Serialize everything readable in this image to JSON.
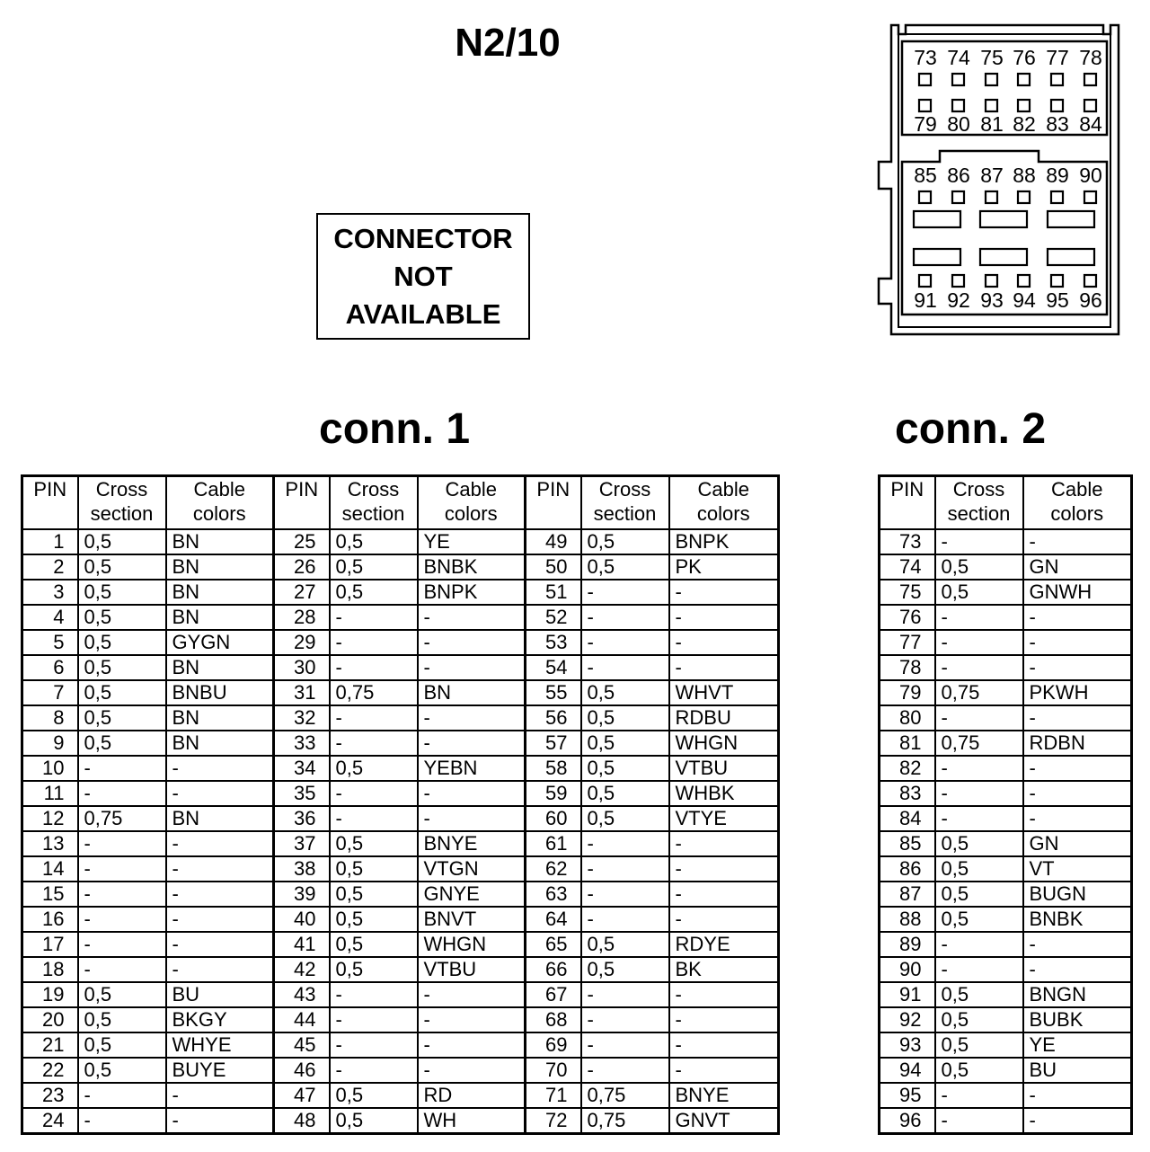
{
  "title": "N2/10",
  "notice": [
    "CONNECTOR",
    "NOT",
    "AVAILABLE"
  ],
  "conn1_title": "conn. 1",
  "conn2_title": "conn. 2",
  "headers": {
    "pin": "PIN",
    "cross": "Cross section",
    "colors": "Cable colors"
  },
  "connector_diagram": {
    "top_pins": [
      "73",
      "74",
      "75",
      "76",
      "77",
      "78"
    ],
    "mid_pins": [
      "79",
      "80",
      "81",
      "82",
      "83",
      "84"
    ],
    "lower_top_pins": [
      "85",
      "86",
      "87",
      "88",
      "89",
      "90"
    ],
    "bottom_pins": [
      "91",
      "92",
      "93",
      "94",
      "95",
      "96"
    ]
  },
  "conn1": [
    [
      [
        "1",
        "0,5",
        "BN"
      ],
      [
        "25",
        "0,5",
        "YE"
      ],
      [
        "49",
        "0,5",
        "BNPK"
      ]
    ],
    [
      [
        "2",
        "0,5",
        "BN"
      ],
      [
        "26",
        "0,5",
        "BNBK"
      ],
      [
        "50",
        "0,5",
        "PK"
      ]
    ],
    [
      [
        "3",
        "0,5",
        "BN"
      ],
      [
        "27",
        "0,5",
        "BNPK"
      ],
      [
        "51",
        "-",
        "-"
      ]
    ],
    [
      [
        "4",
        "0,5",
        "BN"
      ],
      [
        "28",
        "-",
        "-"
      ],
      [
        "52",
        "-",
        "-"
      ]
    ],
    [
      [
        "5",
        "0,5",
        "GYGN"
      ],
      [
        "29",
        "-",
        "-"
      ],
      [
        "53",
        "-",
        "-"
      ]
    ],
    [
      [
        "6",
        "0,5",
        "BN"
      ],
      [
        "30",
        "-",
        "-"
      ],
      [
        "54",
        "-",
        "-"
      ]
    ],
    [
      [
        "7",
        "0,5",
        "BNBU"
      ],
      [
        "31",
        "0,75",
        "BN"
      ],
      [
        "55",
        "0,5",
        "WHVT"
      ]
    ],
    [
      [
        "8",
        "0,5",
        "BN"
      ],
      [
        "32",
        "-",
        "-"
      ],
      [
        "56",
        "0,5",
        "RDBU"
      ]
    ],
    [
      [
        "9",
        "0,5",
        "BN"
      ],
      [
        "33",
        "-",
        "-"
      ],
      [
        "57",
        "0,5",
        "WHGN"
      ]
    ],
    [
      [
        "10",
        "-",
        "-"
      ],
      [
        "34",
        "0,5",
        "YEBN"
      ],
      [
        "58",
        "0,5",
        "VTBU"
      ]
    ],
    [
      [
        "11",
        "-",
        "-"
      ],
      [
        "35",
        "-",
        "-"
      ],
      [
        "59",
        "0,5",
        "WHBK"
      ]
    ],
    [
      [
        "12",
        "0,75",
        "BN"
      ],
      [
        "36",
        "-",
        "-"
      ],
      [
        "60",
        "0,5",
        "VTYE"
      ]
    ],
    [
      [
        "13",
        "-",
        "-"
      ],
      [
        "37",
        "0,5",
        "BNYE"
      ],
      [
        "61",
        "-",
        "-"
      ]
    ],
    [
      [
        "14",
        "-",
        "-"
      ],
      [
        "38",
        "0,5",
        "VTGN"
      ],
      [
        "62",
        "-",
        "-"
      ]
    ],
    [
      [
        "15",
        "-",
        "-"
      ],
      [
        "39",
        "0,5",
        "GNYE"
      ],
      [
        "63",
        "-",
        "-"
      ]
    ],
    [
      [
        "16",
        "-",
        "-"
      ],
      [
        "40",
        "0,5",
        "BNVT"
      ],
      [
        "64",
        "-",
        "-"
      ]
    ],
    [
      [
        "17",
        "-",
        "-"
      ],
      [
        "41",
        "0,5",
        "WHGN"
      ],
      [
        "65",
        "0,5",
        "RDYE"
      ]
    ],
    [
      [
        "18",
        "-",
        "-"
      ],
      [
        "42",
        "0,5",
        "VTBU"
      ],
      [
        "66",
        "0,5",
        "BK"
      ]
    ],
    [
      [
        "19",
        "0,5",
        "BU"
      ],
      [
        "43",
        "-",
        "-"
      ],
      [
        "67",
        "-",
        "-"
      ]
    ],
    [
      [
        "20",
        "0,5",
        "BKGY"
      ],
      [
        "44",
        "-",
        "-"
      ],
      [
        "68",
        "-",
        "-"
      ]
    ],
    [
      [
        "21",
        "0,5",
        "WHYE"
      ],
      [
        "45",
        "-",
        "-"
      ],
      [
        "69",
        "-",
        "-"
      ]
    ],
    [
      [
        "22",
        "0,5",
        "BUYE"
      ],
      [
        "46",
        "-",
        "-"
      ],
      [
        "70",
        "-",
        "-"
      ]
    ],
    [
      [
        "23",
        "-",
        "-"
      ],
      [
        "47",
        "0,5",
        "RD"
      ],
      [
        "71",
        "0,75",
        "BNYE"
      ]
    ],
    [
      [
        "24",
        "-",
        "-"
      ],
      [
        "48",
        "0,5",
        "WH"
      ],
      [
        "72",
        "0,75",
        "GNVT"
      ]
    ]
  ],
  "conn2": [
    [
      "73",
      "-",
      "-"
    ],
    [
      "74",
      "0,5",
      "GN"
    ],
    [
      "75",
      "0,5",
      "GNWH"
    ],
    [
      "76",
      "-",
      "-"
    ],
    [
      "77",
      "-",
      "-"
    ],
    [
      "78",
      "-",
      "-"
    ],
    [
      "79",
      "0,75",
      "PKWH"
    ],
    [
      "80",
      "-",
      "-"
    ],
    [
      "81",
      "0,75",
      "RDBN"
    ],
    [
      "82",
      "-",
      "-"
    ],
    [
      "83",
      "-",
      "-"
    ],
    [
      "84",
      "-",
      "-"
    ],
    [
      "85",
      "0,5",
      "GN"
    ],
    [
      "86",
      "0,5",
      "VT"
    ],
    [
      "87",
      "0,5",
      "BUGN"
    ],
    [
      "88",
      "0,5",
      "BNBK"
    ],
    [
      "89",
      "-",
      "-"
    ],
    [
      "90",
      "-",
      "-"
    ],
    [
      "91",
      "0,5",
      "BNGN"
    ],
    [
      "92",
      "0,5",
      "BUBK"
    ],
    [
      "93",
      "0,5",
      "YE"
    ],
    [
      "94",
      "0,5",
      "BU"
    ],
    [
      "95",
      "-",
      "-"
    ],
    [
      "96",
      "-",
      "-"
    ]
  ]
}
